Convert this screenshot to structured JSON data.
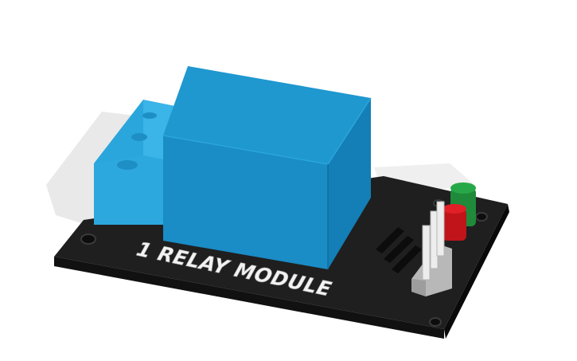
{
  "scene": {
    "model_label": "1 RELAY MODULE",
    "objects": [
      {
        "name": "pcb-board",
        "color": "#1f1f1f"
      },
      {
        "name": "relay-body",
        "color": "#1a8cc6"
      },
      {
        "name": "screw-terminal",
        "color": "#2ba6dc"
      },
      {
        "name": "header-pins",
        "color": "#dcdcdc"
      },
      {
        "name": "led-green",
        "color": "#1e8a3a"
      },
      {
        "name": "led-red",
        "color": "#c0141a"
      }
    ]
  }
}
